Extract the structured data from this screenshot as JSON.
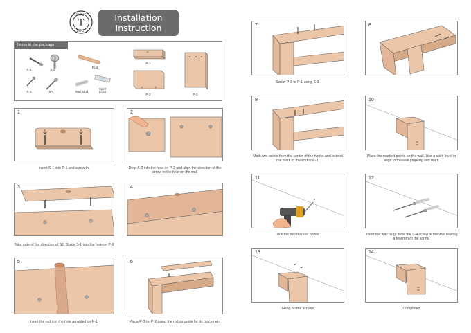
{
  "header": {
    "brand": "TAPUT",
    "brand_letter": "T",
    "title_line1": "Installation",
    "title_line2": "Instruction"
  },
  "package": {
    "heading": "Items in the package",
    "items": {
      "s1": "S-1",
      "s2": "S-2",
      "rod": "Rod",
      "s3": "S-3",
      "s4": "S-4",
      "wall_stud": "Wall stud",
      "spirit_level": "Spirit level",
      "p1": "P-1",
      "p2": "P-2",
      "p3": "P-3"
    }
  },
  "steps": [
    {
      "num": "1",
      "caption": "Insert S-1 into P-1 and screw in."
    },
    {
      "num": "2",
      "caption": "Drop S-2 into the hole on P-2 and align the direction of the arrow to the hole on the wall"
    },
    {
      "num": "3",
      "caption": "Take note of the direction of S2. Guide S-1 into the hole on P-2"
    },
    {
      "num": "4",
      "caption": ""
    },
    {
      "num": "5",
      "caption": "Insert the rod into the hole provided on P-1."
    },
    {
      "num": "6",
      "caption": "Place P-3 on P-2 using the rod as guide for its placement"
    },
    {
      "num": "7",
      "caption": "Screw P-3 to P-1 using S-3."
    },
    {
      "num": "8",
      "caption": ""
    },
    {
      "num": "9",
      "caption": "Mark two points from the center of the hooks and extend the mark to the end of P-3."
    },
    {
      "num": "10",
      "caption": "Place the marked points on the wall. Use a spirit level to align to the wall properly and mark"
    },
    {
      "num": "11",
      "caption": "Drill the two marked points"
    },
    {
      "num": "12",
      "caption": "Insert the wall plug, drive the S-4 screw in the wall leaving a few mm of the screw."
    },
    {
      "num": "13",
      "caption": "Hang on the screws"
    },
    {
      "num": "14",
      "caption": "Completed"
    }
  ],
  "colors": {
    "wood": "#ecc6a8",
    "wood_edge": "#d6a987",
    "outline": "#5a5a5a",
    "header_grey": "#6b6b6b",
    "rod": "#d9a98a",
    "skin": "#f2b48e"
  }
}
